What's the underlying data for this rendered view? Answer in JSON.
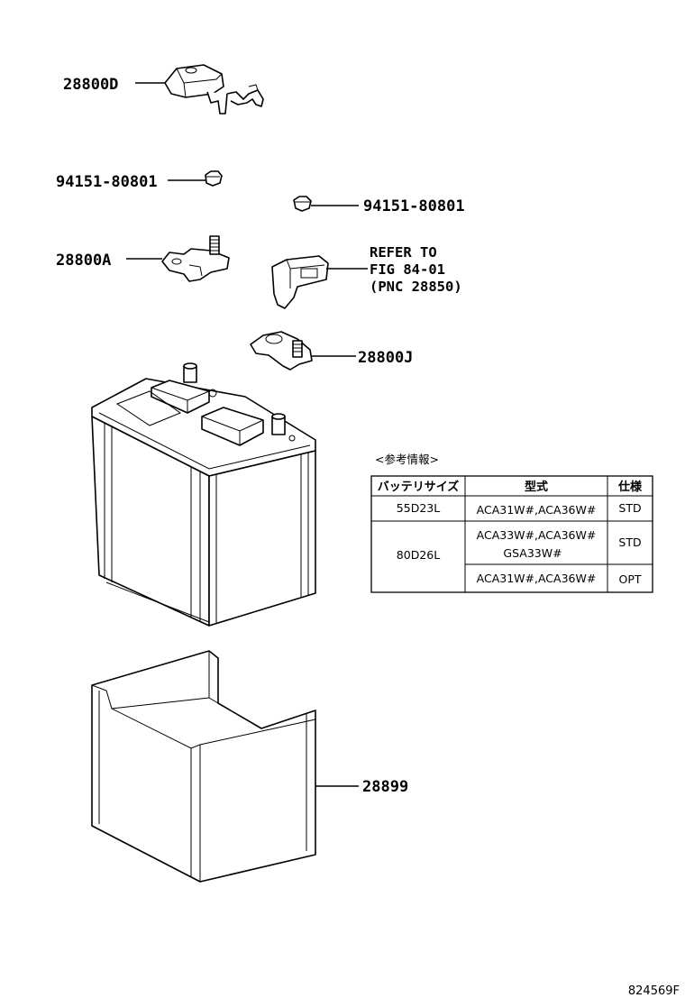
{
  "parts": {
    "terminal_cover": "28800D",
    "nut_left": "94151-80801",
    "nut_right": "94151-80801",
    "terminal_negative": "28800A",
    "terminal_positive": "28800J",
    "battery_tray": "28899"
  },
  "reference": {
    "line1": "REFER TO",
    "line2": "FIG 84-01",
    "line3": "(PNC 28850)"
  },
  "info_table": {
    "caption": "<参考情報>",
    "headers": [
      "バッテリサイズ",
      "型式",
      "仕様"
    ],
    "rows": [
      {
        "size": "55D23L",
        "model": "ACA31W#,ACA36W#",
        "spec": "STD"
      },
      {
        "size": "80D26L",
        "model": "ACA33W#,ACA36W#",
        "model2": "GSA33W#",
        "spec": "STD"
      },
      {
        "model": "ACA31W#,ACA36W#",
        "spec": "OPT"
      }
    ]
  },
  "figure_id": "824569F"
}
